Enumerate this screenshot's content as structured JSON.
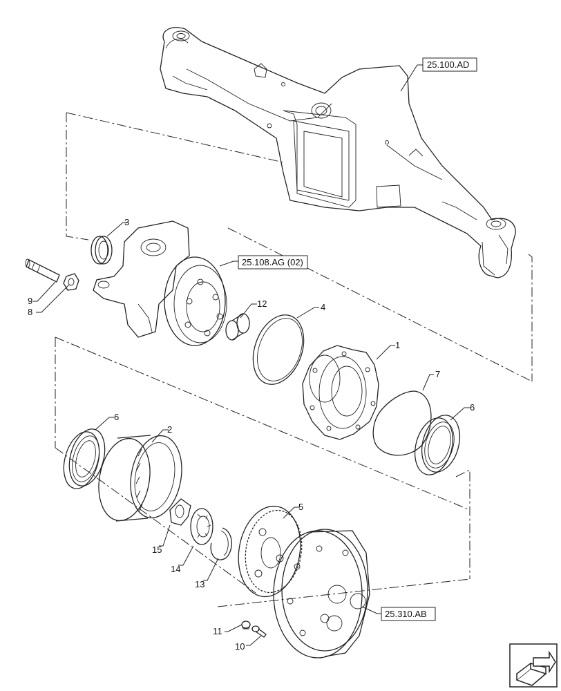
{
  "callouts": {
    "c1": "1",
    "c2": "2",
    "c3": "3",
    "c4": "4",
    "c5": "5",
    "c6a": "6",
    "c6b": "6",
    "c7": "7",
    "c8": "8",
    "c9": "9",
    "c10": "10",
    "c11": "11",
    "c12": "12",
    "c13": "13",
    "c14": "14",
    "c15": "15"
  },
  "references": {
    "axle_housing": "25.100.AD",
    "steering_knuckle": "25.108.AG (02)",
    "wheel_hub_cover": "25.310.AB"
  },
  "icons": {
    "navigation": "next-page-arrow-icon"
  }
}
